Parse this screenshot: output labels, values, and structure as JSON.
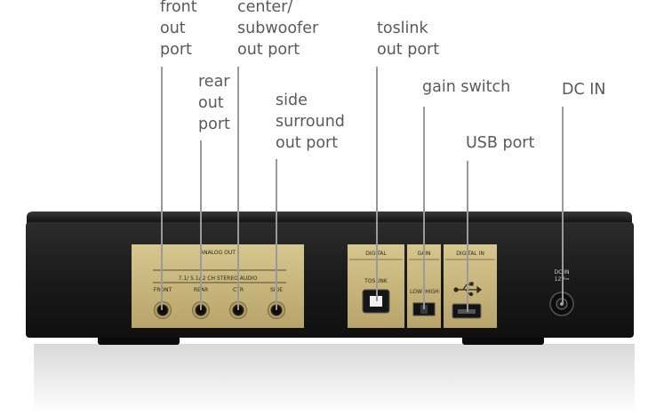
{
  "callouts": {
    "front": "front\nout\nport",
    "center": "center/\nsubwoofer\nout port",
    "toslink": "toslink\nout port",
    "rear": "rear\nout\nport",
    "gain": "gain switch",
    "dcin": "DC IN",
    "side": "side\nsurround\nout port",
    "usb": "USB port"
  },
  "panel": {
    "analog_title": "ANALOG OUT",
    "analog_sub": "7.1/ 5.1/ 2 CH STEREO AUDIO",
    "analog_ports": [
      "FRONT",
      "REAR",
      "CTR",
      "SIDE"
    ],
    "digital_title": "DIGITAL",
    "toslink_label": "TOSLINK",
    "gain_title": "GAIN",
    "gain_low": "LOW",
    "gain_high": "HIGH",
    "digital_in_title": "DIGITAL IN",
    "dc_label": "DC IN",
    "dc_voltage": "12V⎓"
  },
  "colors": {
    "callout_text": "#5a5a5a",
    "device_body": "#1c1c1c",
    "panel_gold": "#c9b77e",
    "leader_line": "#9a9a9a"
  }
}
